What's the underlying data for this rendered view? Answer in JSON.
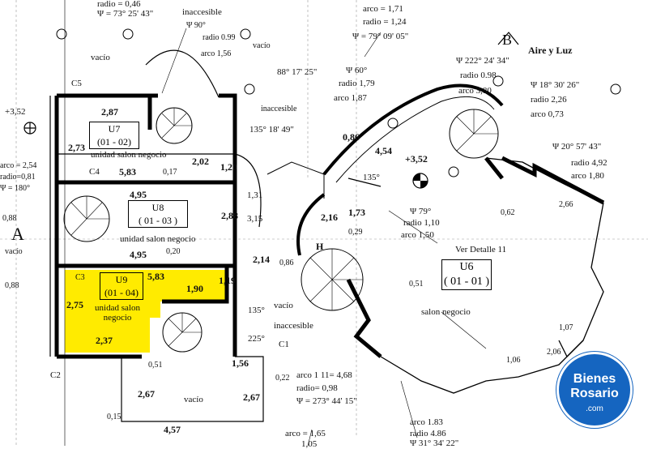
{
  "labels": {
    "arco_radio_top": "radio = 0,46",
    "psi_top": "Ψ = 73° 25' 43\"",
    "inaccesible_top": "inaccesible",
    "psi_90": "Ψ 90°",
    "radio_099": "radio 0.99",
    "arco_156": "arco 1,56",
    "vacio_top": "vacío",
    "arco_171": "arco = 1,71",
    "radio_124": "radio = 1,24",
    "psi_79_09": "Ψ = 79° 09' 05\"",
    "angle_88": "88° 17' 25\"",
    "psi_60": "Ψ 60°",
    "radio_179": "radio 1,79",
    "arco_187": "arco 1,87",
    "inaccesible_mid": "inaccesible",
    "angle_135_18": "135° 18' 49\"",
    "B": "B",
    "aire_luz": "Aire  y  Luz",
    "psi_222": "Ψ 222° 24' 34\"",
    "radio_098": "radio 0.98",
    "arco_380": "arco 3,80",
    "psi_18": "Ψ 18° 30' 26\"",
    "radio_226": "radio 2,26",
    "arco_073": "arco 0,73",
    "psi_20": "Ψ 20° 57' 43\"",
    "radio_492": "radio 4,92",
    "arco_180": "arco 1,80",
    "vacio_left": "vacío",
    "C5": "C5",
    "elev_352_left": "+3,52",
    "dim_287": "2,87",
    "dim_273": "2,73",
    "C4": "C4",
    "dim_583_a": "5,83",
    "dim_017": "0,17",
    "dim_202": "2,02",
    "dim_120": "1,20",
    "arco_254": "arco = 2,54",
    "radio_081": "radio=0,81",
    "psi_180": "Ψ = 180°",
    "dim_088": "0,88",
    "dim_495_a": "4,95",
    "dim_288": "2,88",
    "dim_315": "3,15",
    "dim_131": "1,31",
    "A": "A",
    "vacio_A": "vacío",
    "dim_495_b": "4,95",
    "dim_020": "0,20",
    "dim_214": "2,14",
    "dim_086": "0,86",
    "dim_088b": "0,88",
    "dim_583_b": "5,83",
    "dim_190": "1,90",
    "dim_119": "1,19",
    "dim_275": "2,75",
    "dim_237": "2,37",
    "C3": "C3",
    "angle_135_a": "135°",
    "angle_225": "225°",
    "vacio_mid": "vacío",
    "inaccesible_bottom": "inaccesible",
    "C1": "C1",
    "C2": "C2",
    "dim_156": "1,56",
    "dim_267_a": "2,67",
    "dim_267_b": "2,67",
    "dim_051": "0,51",
    "vacio_bottom": "vacío",
    "dim_015": "0,15",
    "dim_457": "4,57",
    "dim_022": "0,22",
    "arco_468": "arco 1 11= 4,68",
    "radio_098b": "radio= 0,98",
    "psi_273": "Ψ = 273° 44' 15\"",
    "arco_165": "arco = 1,65",
    "dim_105": "1,05",
    "arco_183": "arco 1.83",
    "radio_486": "radio 4.86",
    "psi_bottom": "Ψ 31° 34' 22\"",
    "elev_352_mid": "+3,52",
    "psi_79": "Ψ 79°",
    "radio_110": "radio 1,10",
    "arco_150": "arco 1,50",
    "ver_detalle": "Ver  Detalle  11",
    "angle_135_b": "135°",
    "dim_173": "1,73",
    "dim_216": "2,16",
    "dim_086b": "0,86",
    "dim_454": "4,54",
    "H": "H",
    "dim_029": "0,29",
    "dim_051b": "0,51",
    "dim_266": "2,66",
    "dim_062": "0,62",
    "dim_106": "1,06",
    "dim_206": "2,06",
    "dim_107": "1,07"
  },
  "units": {
    "u7": {
      "name": "U7",
      "code": "(01 - 02)",
      "desc": "unidad salon negocio"
    },
    "u8": {
      "name": "U8",
      "code": "( 01 - 03 )",
      "desc": "unidad salon negocio"
    },
    "u9": {
      "name": "U9",
      "code": "(01 - 04)",
      "desc": "unidad salon negocio"
    },
    "u6": {
      "name": "U6",
      "code": "( 01 - 01 )",
      "desc": "salon negocio"
    }
  },
  "logo": {
    "line1": "Bienes",
    "line2": "Rosario",
    "line3": ".com"
  },
  "colors": {
    "highlight": "#ffeb00",
    "logo_blue": "#1565c0"
  }
}
